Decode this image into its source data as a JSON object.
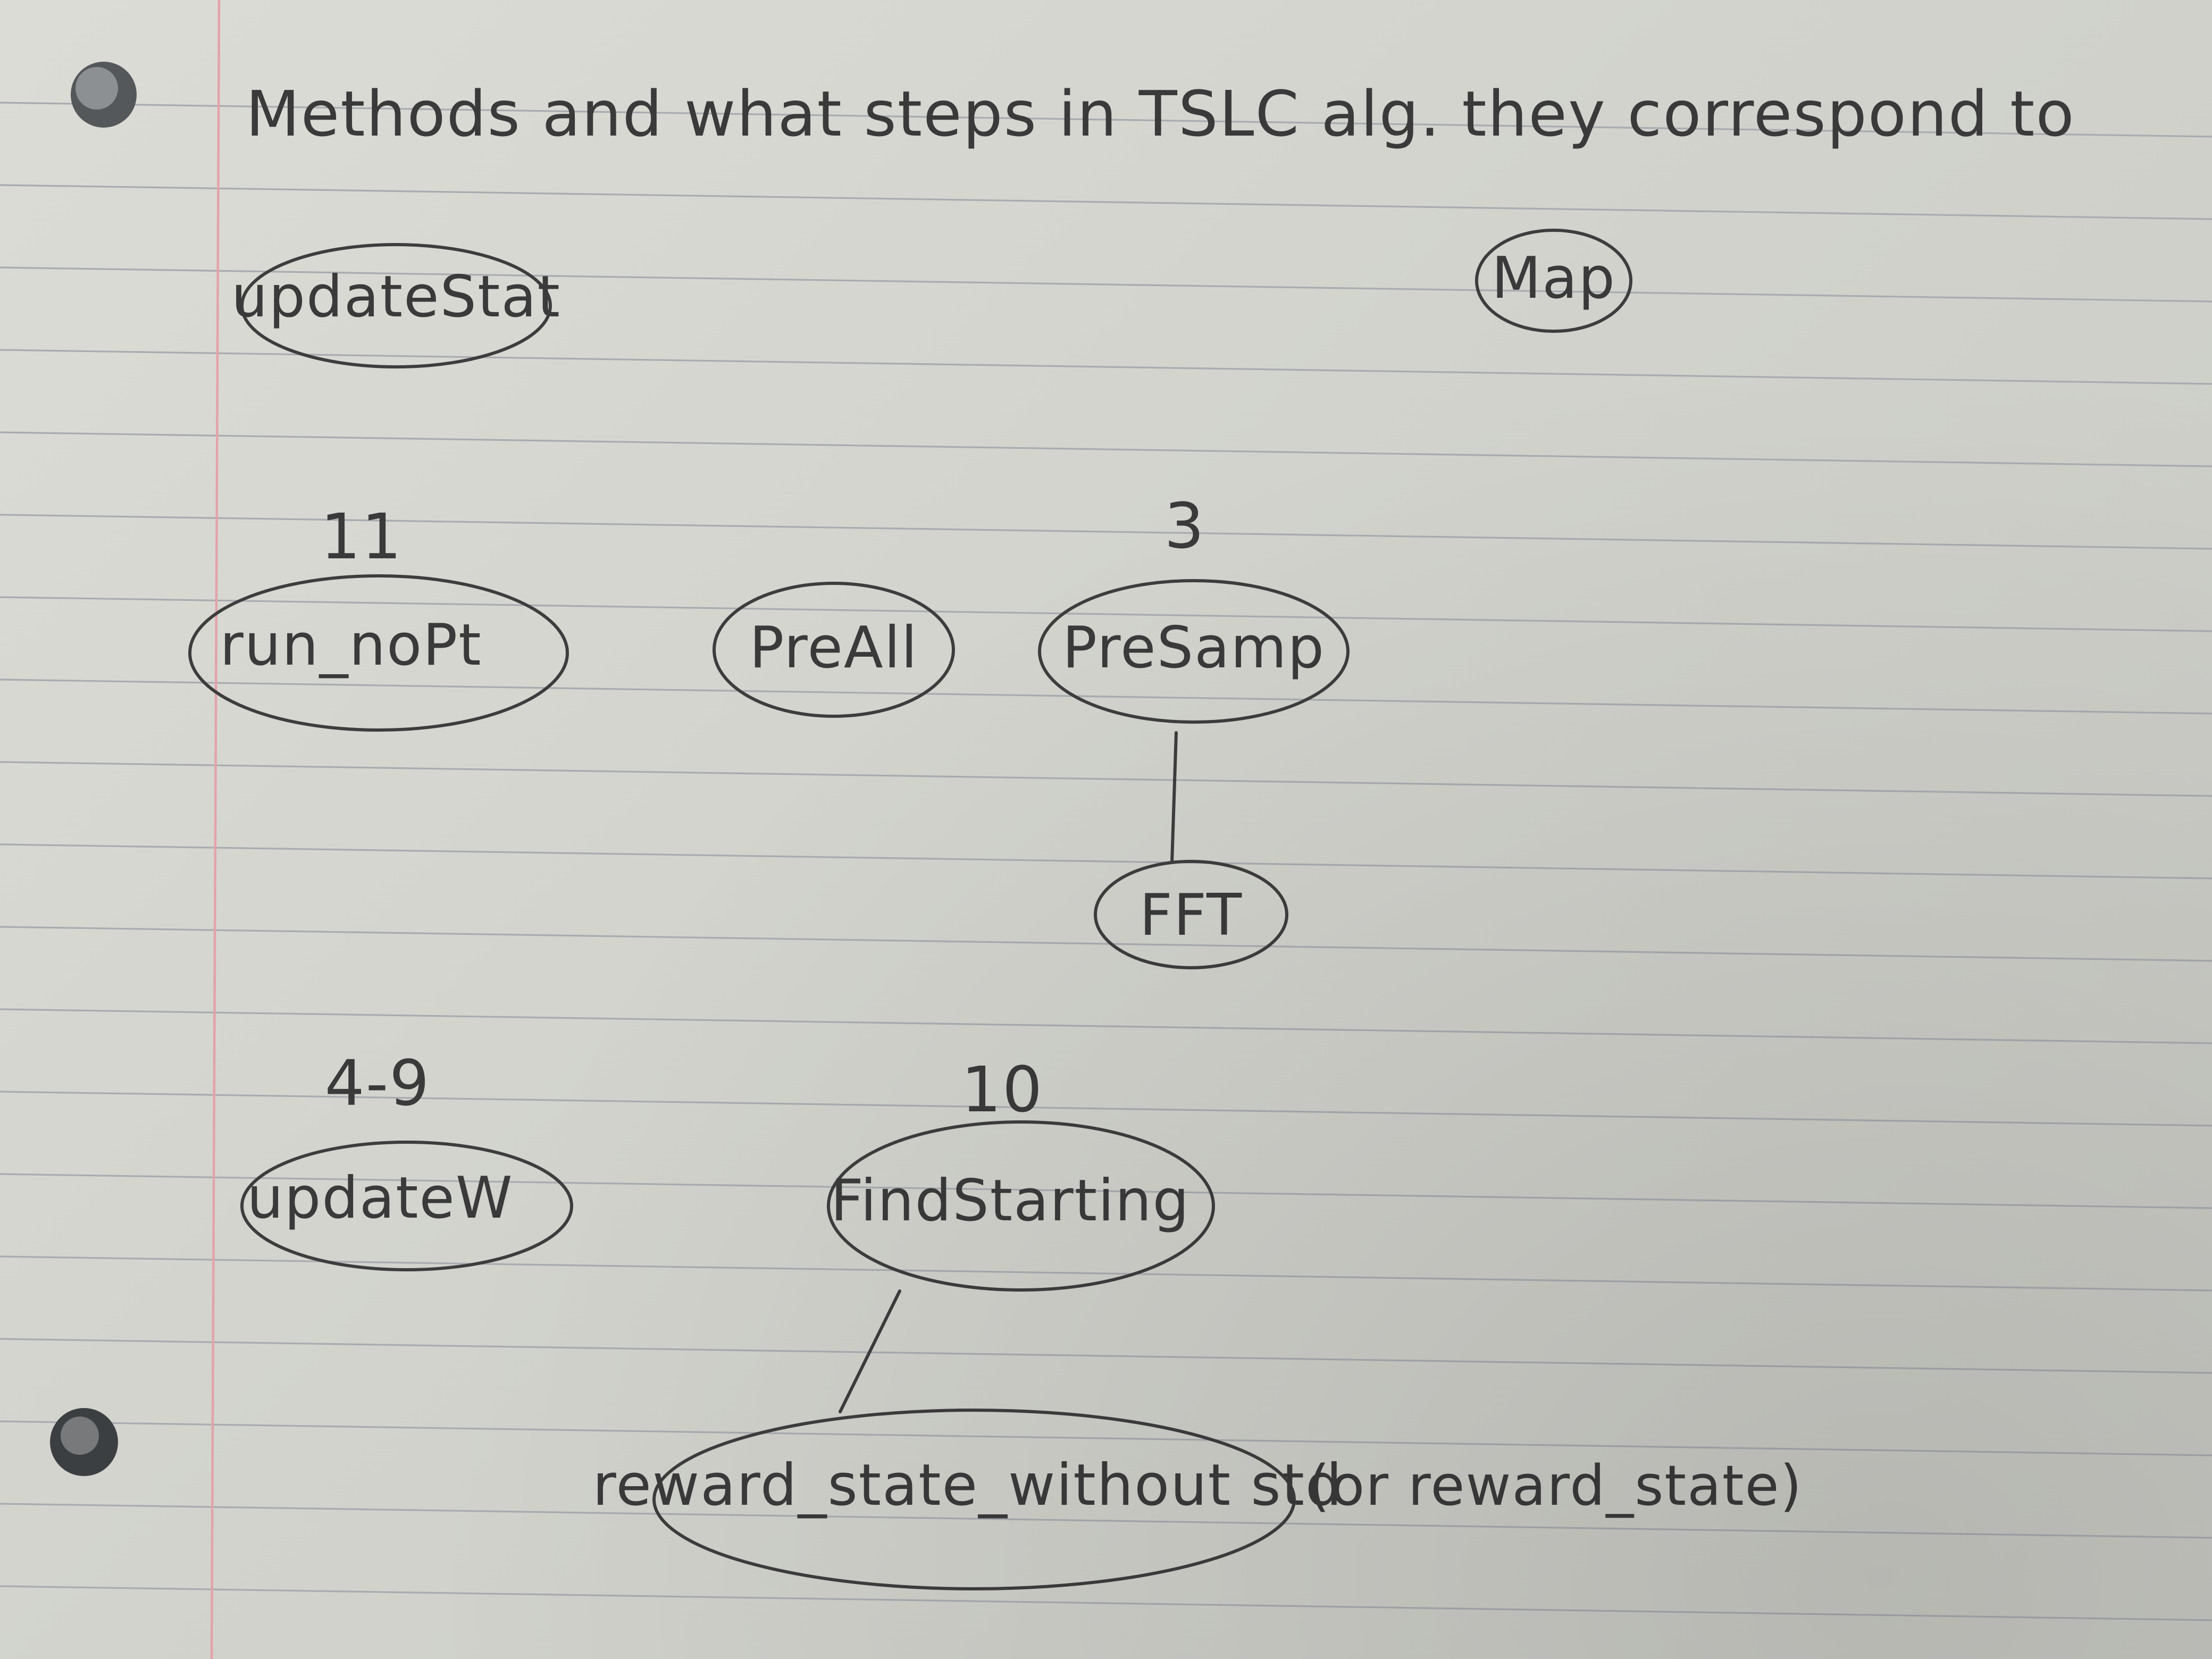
{
  "title": "Methods and what steps in TSLC alg. they correspond to",
  "nodes": {
    "update_stat": "updateStat",
    "map": "Map",
    "run_no_pt": "run_noPt",
    "pre_all": "PreAll",
    "pre_samp": "PreSamp",
    "fft": "FFT",
    "update_w": "updateW",
    "find_starting": "FindStarting",
    "reward_state_without_std": "reward_state_without std"
  },
  "steps": {
    "run_no_pt": "11",
    "pre_samp": "3",
    "update_w": "4-9",
    "find_starting": "10"
  },
  "notes": {
    "reward_alt": "(or reward_state)"
  }
}
